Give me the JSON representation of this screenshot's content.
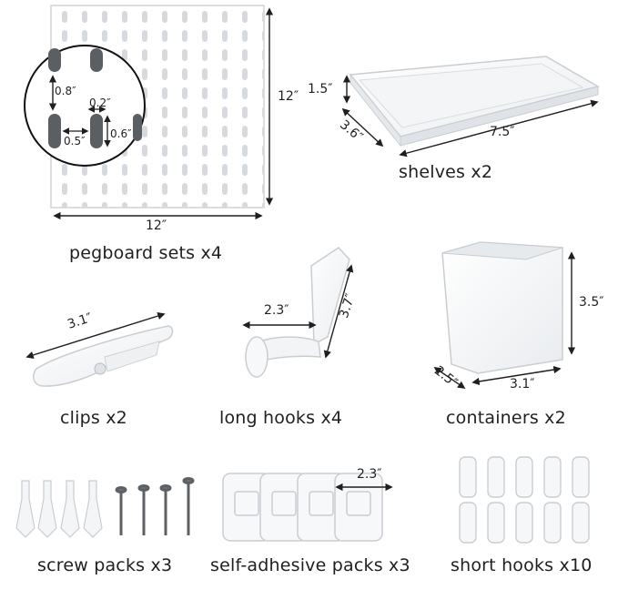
{
  "items": {
    "pegboard": {
      "caption": "pegboard sets x4",
      "width_label": "12″",
      "height_label": "12″",
      "detail": {
        "vertical_gap": "0.8″",
        "slot_width": "0.2″",
        "slot_gap": "0.5″",
        "slot_height": "0.6″"
      }
    },
    "shelves": {
      "caption": "shelves x2",
      "height_label": "1.5″",
      "depth_label": "3.6″",
      "length_label": "7.5″"
    },
    "clips": {
      "caption": "clips x2",
      "length_label": "3.1″"
    },
    "long_hooks": {
      "caption": "long hooks x4",
      "width_label": "2.3″",
      "length_label": "3.7″"
    },
    "containers": {
      "caption": "containers x2",
      "height_label": "3.5″",
      "width_label": "3.1″",
      "depth_label": "2.5″"
    },
    "screw_packs": {
      "caption": "screw packs x3"
    },
    "self_adhesive": {
      "caption": "self-adhesive packs x3",
      "width_label": "2.3″"
    },
    "short_hooks": {
      "caption": "short hooks x10"
    }
  }
}
